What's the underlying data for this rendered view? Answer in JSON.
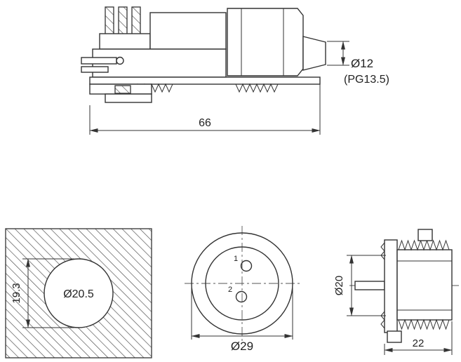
{
  "colors": {
    "line": "#333333",
    "background": "#ffffff",
    "hatch": "#4a4a4a"
  },
  "views": {
    "side_assembly": {
      "length": "66",
      "diameter": "Ø12",
      "thread": "(PG13.5)"
    },
    "panel_cutout": {
      "flat_height": "19.3",
      "hole_diameter": "Ø20.5"
    },
    "face": {
      "pin1": "1",
      "pin2": "2",
      "outer_diameter": "Ø29"
    },
    "socket": {
      "body_diameter": "Ø20",
      "length": "22"
    }
  }
}
